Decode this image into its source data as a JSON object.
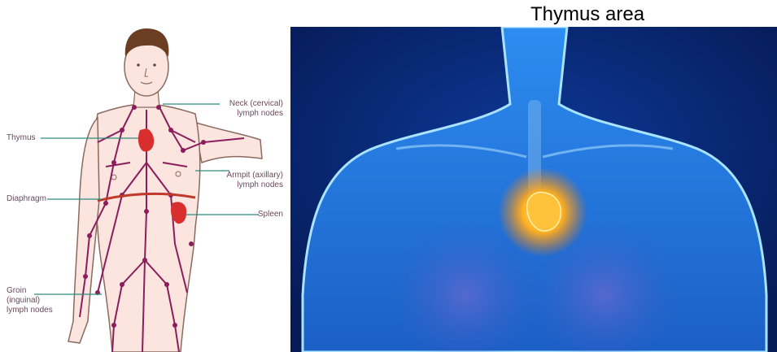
{
  "left_diagram": {
    "labels": {
      "neck": "Neck (cervical)\nlymph nodes",
      "thymus": "Thymus",
      "armpit": "Armpit (axillary)\nlymph nodes",
      "diaphragm": "Diaphragm",
      "spleen": "Spleen",
      "groin": "Groin\n(inguinal)\nlymph nodes"
    },
    "colors": {
      "skin": "#fbe5de",
      "outline": "#8a6a60",
      "lymph": "#8c1d5c",
      "organ": "#d92e2e",
      "leader_line": "#2f8a7d"
    }
  },
  "right_image": {
    "title": "Thymus area",
    "colors": {
      "background": "#061a55",
      "body": "#1f7fe0",
      "glow": "#ffb020"
    }
  }
}
